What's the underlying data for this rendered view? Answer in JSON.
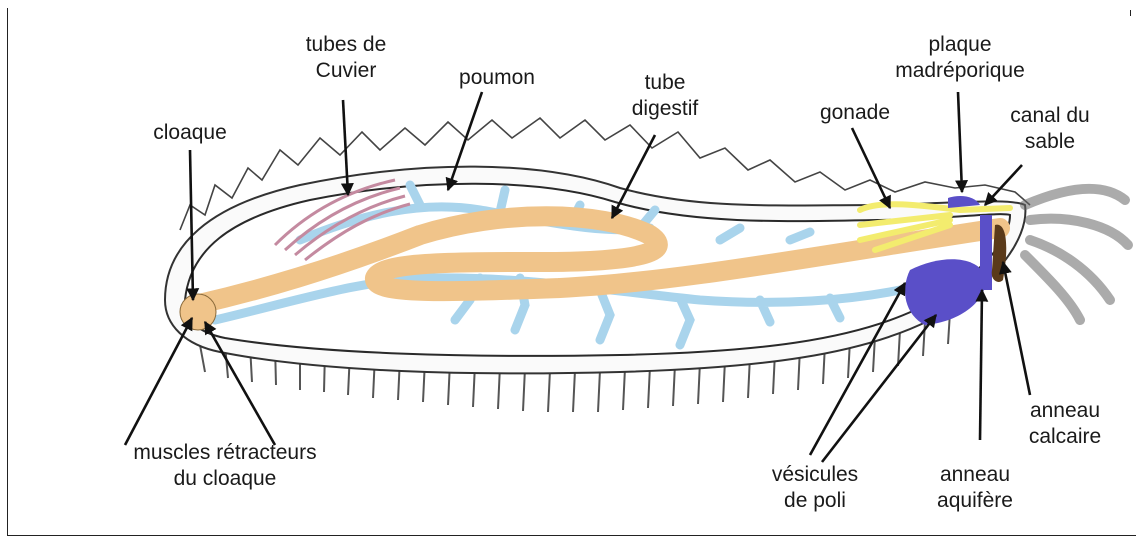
{
  "diagram": {
    "labels": {
      "tubes_cuvier": [
        "tubes de",
        "Cuvier"
      ],
      "poumon": [
        "poumon"
      ],
      "tube_digestif": [
        "tube",
        "digestif"
      ],
      "cloaque": [
        "cloaque"
      ],
      "gonade": [
        "gonade"
      ],
      "plaque": [
        "plaque",
        "madréporique"
      ],
      "canal": [
        "canal du",
        "sable"
      ],
      "muscles": [
        "muscles rétracteurs",
        "du cloaque"
      ],
      "vesicules": [
        "vésicules",
        "de poli"
      ],
      "anneau_aquifere": [
        "anneau",
        "aquifère"
      ],
      "anneau_calcaire": [
        "anneau",
        "calcaire"
      ]
    },
    "colors": {
      "digestive": "#f0c48a",
      "lung": "#a9d4ec",
      "gonad": "#f3ec6e",
      "water_vascular": "#5a4fc8",
      "outline": "#2a2a2a"
    }
  }
}
